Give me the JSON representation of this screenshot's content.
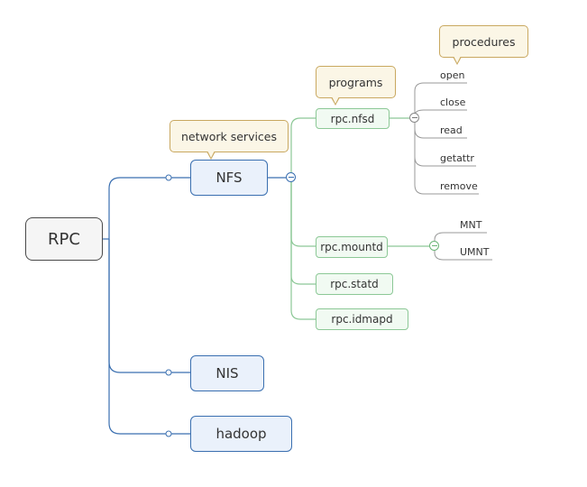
{
  "root": {
    "label": "RPC"
  },
  "services": [
    {
      "label": "NFS",
      "note": "network services"
    },
    {
      "label": "NIS"
    },
    {
      "label": "hadoop"
    }
  ],
  "nfs_programs": {
    "note": "programs",
    "items": [
      "rpc.nfsd",
      "rpc.mountd",
      "rpc.statd",
      "rpc.idmapd"
    ]
  },
  "nfsd_procedures": {
    "note": "procedures",
    "items": [
      "open",
      "close",
      "read",
      "getattr",
      "remove"
    ]
  },
  "mountd_procedures": {
    "items": [
      "MNT",
      "UMNT"
    ]
  },
  "colors": {
    "main_branch": "#3a6fb0",
    "sub_branch": "#8cc896",
    "leaf_branch": "#999999",
    "callout_border": "#c9a860"
  }
}
